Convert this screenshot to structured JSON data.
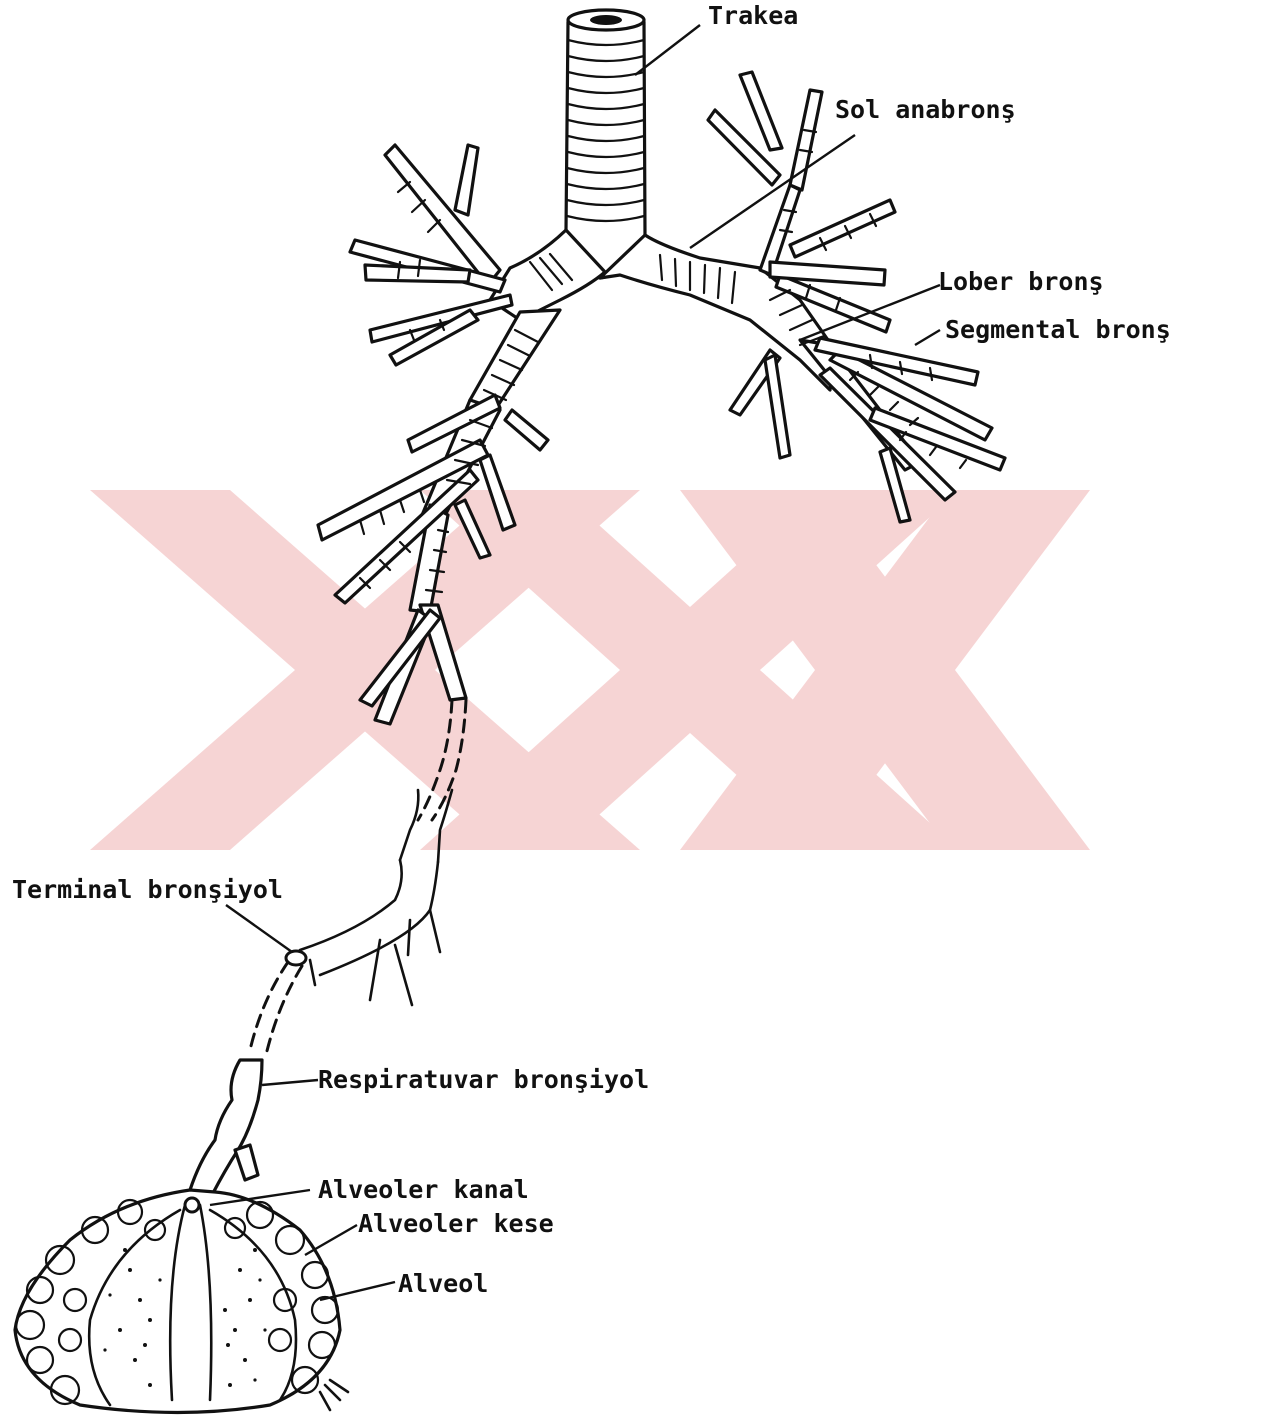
{
  "labels": {
    "trakea": "Trakea",
    "sol_anabrons": "Sol anabronş",
    "lober_brons": "Lober bronş",
    "segmental_brons": "Segmental bronş",
    "terminal_bronsiyol": "Terminal bronşiyol",
    "respiratuvar_bronsiyol": "Respiratuvar bronşiyol",
    "alveoler_kanal": "Alveoler kanal",
    "alveoler_kese": "Alveoler kese",
    "alveol": "Alveol"
  },
  "colors": {
    "ink": "#111111",
    "watermark": "#f4c6c6",
    "background": "#ffffff"
  }
}
